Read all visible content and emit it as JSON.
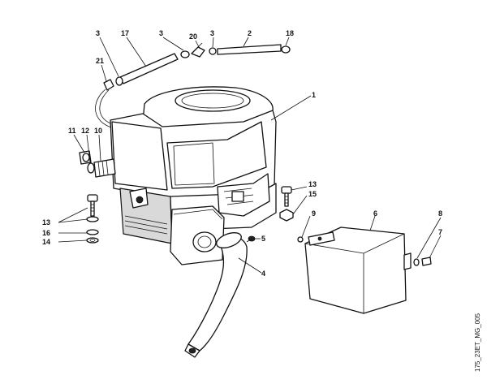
{
  "callouts": {
    "c1": "1",
    "c2": "2",
    "c3a": "3",
    "c3b": "3",
    "c3c": "3",
    "c4": "4",
    "c5": "5",
    "c6": "6",
    "c7": "7",
    "c8": "8",
    "c9": "9",
    "c10": "10",
    "c11": "11",
    "c12": "12",
    "c13a": "13",
    "c13b": "13",
    "c14": "14",
    "c15": "15",
    "c16": "16",
    "c17": "17",
    "c18": "18",
    "c20": "20",
    "c21": "21"
  },
  "drawing_code": "175_23ET_MG_005"
}
